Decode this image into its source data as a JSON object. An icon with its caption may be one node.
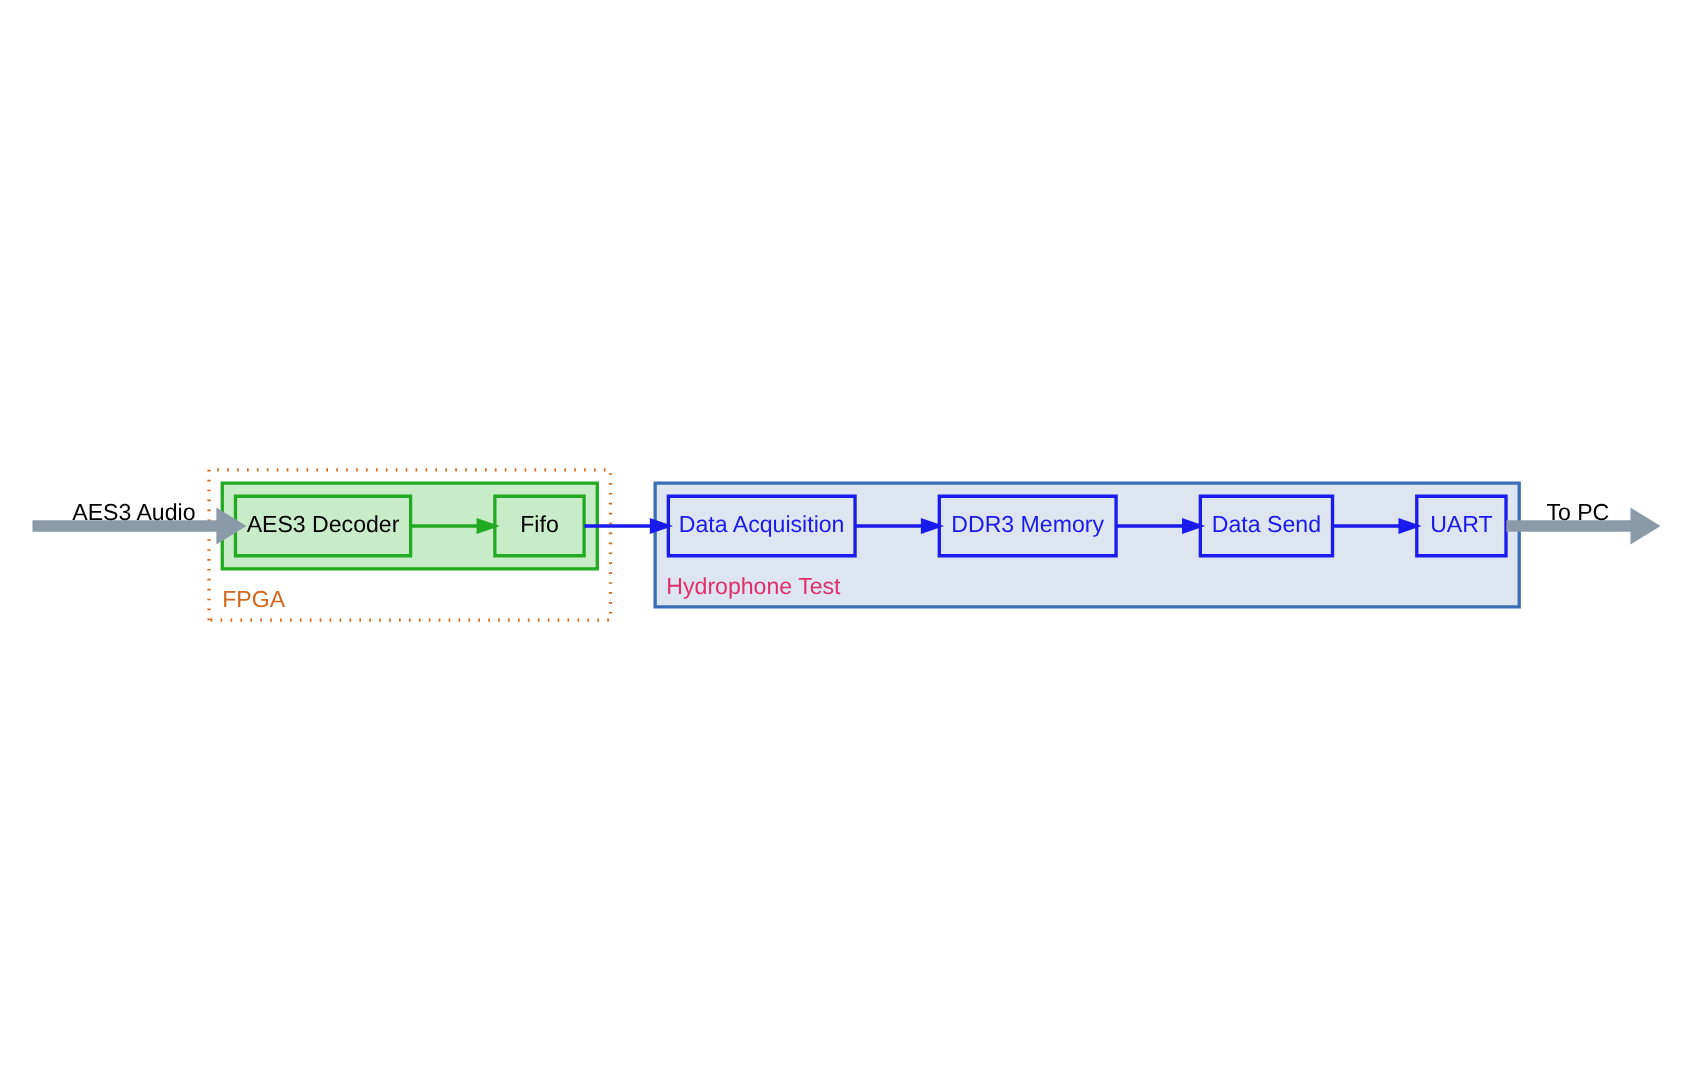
{
  "diagram": {
    "nodes": [
      {
        "text": [
          "FPGA"
        ]
      },
      {
        "text": [],
        "shape": "box",
        "in": 0
      },
      {
        "text": [
          "AES3 Decoder"
        ],
        "in": 1
      },
      {
        "text": [
          "Fifo"
        ],
        "in": 1
      },
      {
        "text": [
          "Hydrophone Test"
        ]
      },
      {
        "text": [
          "Data Acquisition"
        ],
        "in": 4
      },
      {
        "text": [
          "DDR3 Memory"
        ],
        "in": 4
      },
      {
        "text": [
          "Data Send"
        ],
        "in": 4
      },
      {
        "text": [
          "UART"
        ],
        "in": 4
      }
    ],
    "edges": [
      {
        "from": null,
        "to": 2,
        "arrow": "to",
        "label": "AES3 Audio",
        "style": "thick",
        "color": "#8a9aa8"
      },
      {
        "from": 2,
        "to": 3,
        "arrow": "to",
        "color": "#22aa22"
      },
      {
        "from": 3,
        "to": 5,
        "arrow": "to"
      },
      {
        "from": 5,
        "to": 6,
        "arrow": "to"
      },
      {
        "from": 6,
        "to": 7,
        "arrow": "to"
      },
      {
        "from": 7,
        "to": 8,
        "arrow": "to"
      },
      {
        "from": 8,
        "to": null,
        "arrow": "to",
        "label": "To PC",
        "style": "thick",
        "color": "#8a9aa8"
      }
    ]
  }
}
